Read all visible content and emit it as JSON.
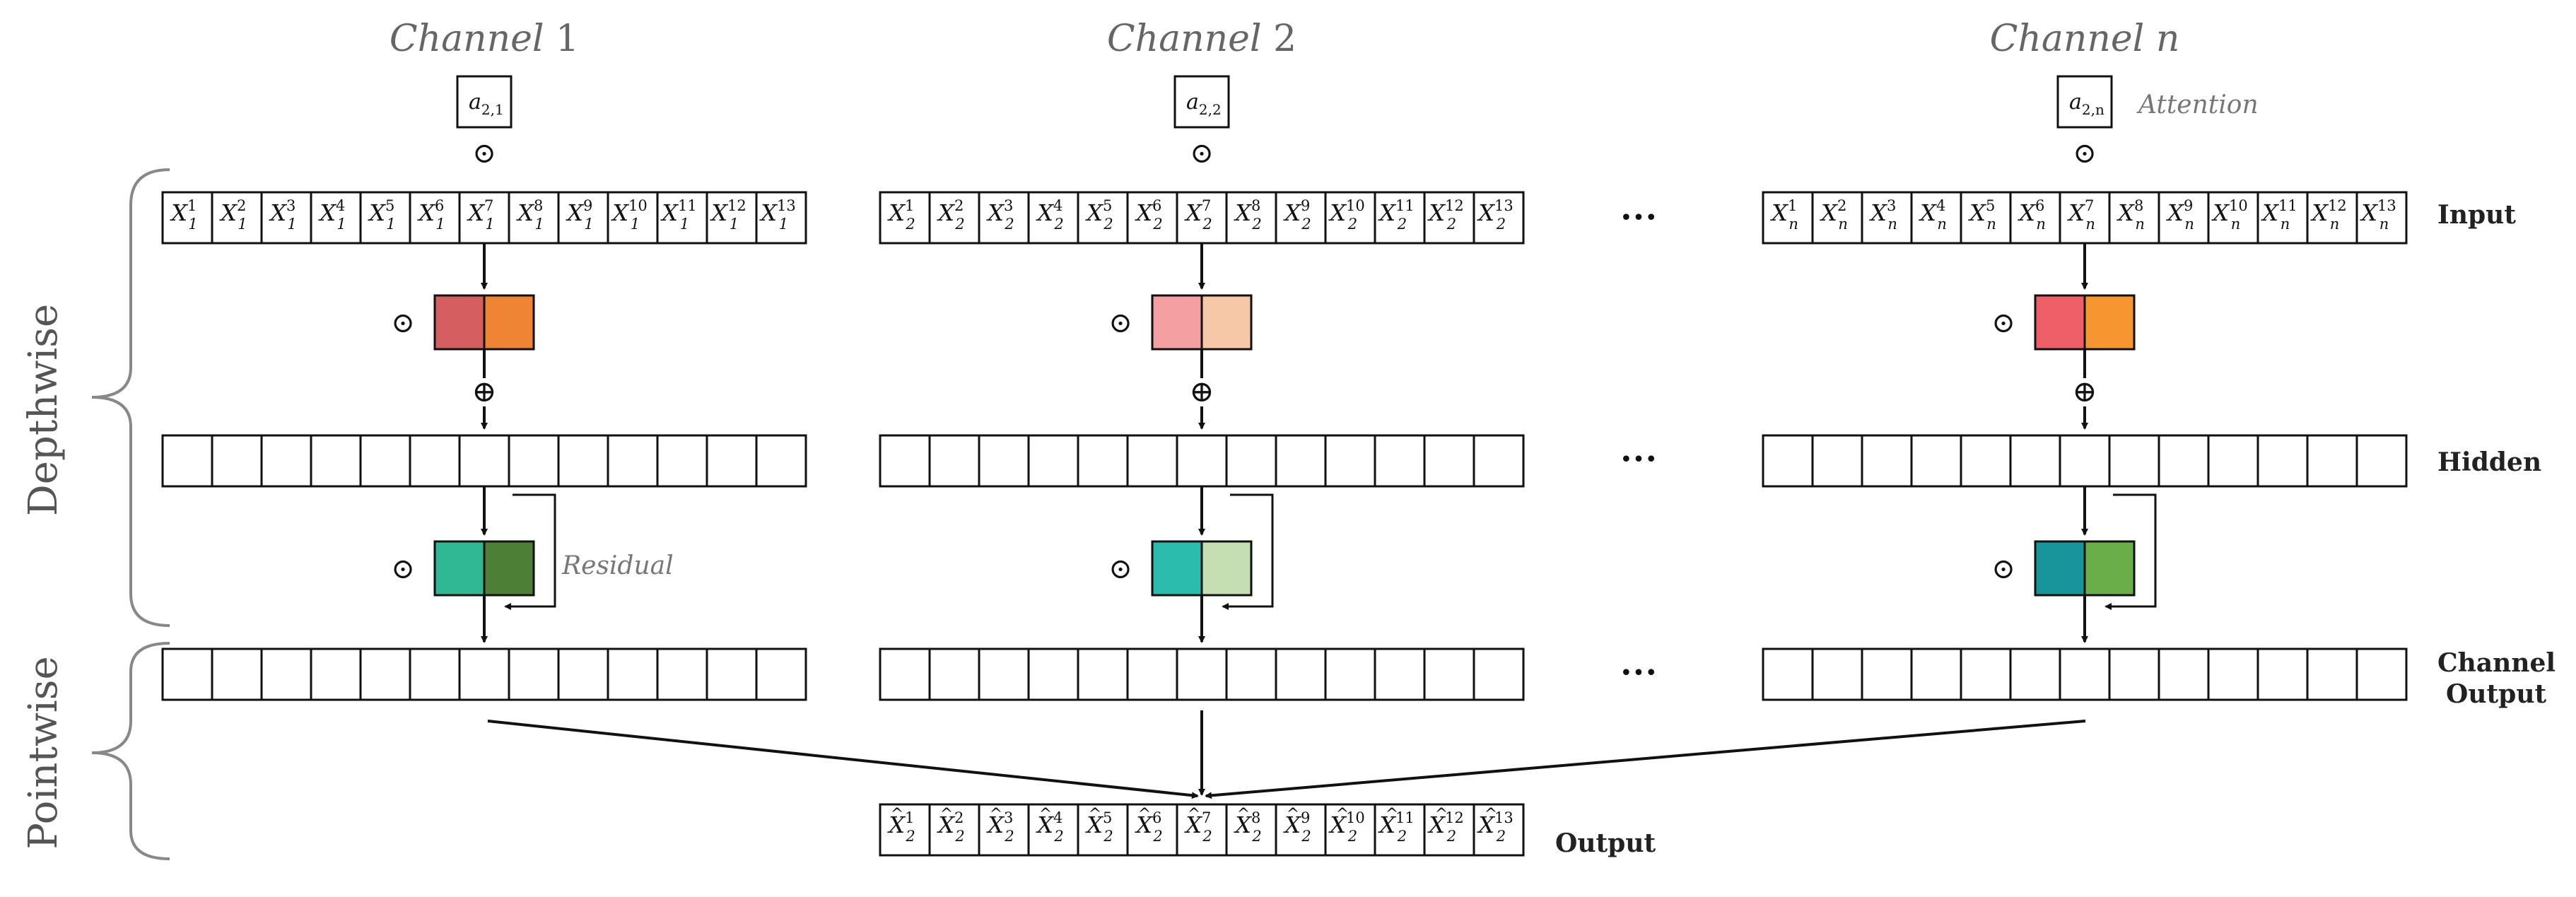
{
  "channels": [
    {
      "title_prefix": "Channel",
      "title_index": "1",
      "attention": {
        "base": "a",
        "sub": "2,1"
      },
      "input_sub": "1",
      "kernel1": [
        "#d45f60",
        "#ef8435"
      ],
      "kernel2": [
        "#2fb892",
        "#4d7f36"
      ]
    },
    {
      "title_prefix": "Channel",
      "title_index": "2",
      "attention": {
        "base": "a",
        "sub": "2,2"
      },
      "input_sub": "2",
      "kernel1": [
        "#f4a0a3",
        "#f6c8a8"
      ],
      "kernel2": [
        "#2cbcae",
        "#c5dfb2"
      ]
    },
    {
      "title_prefix": "Channel",
      "title_index": "n",
      "attention": {
        "base": "a",
        "sub": "2,n"
      },
      "input_sub": "n",
      "kernel1": [
        "#ef5f68",
        "#f7962e"
      ],
      "kernel2": [
        "#17959a",
        "#6aae4a"
      ]
    }
  ],
  "labels": {
    "attention": "Attention",
    "residual": "Residual",
    "input": "Input",
    "hidden": "Hidden",
    "channel_output_1": "Channel",
    "channel_output_2": "Output",
    "output": "Output",
    "depthwise": "Depthwise",
    "pointwise": "Pointwise",
    "ellipsis": "•••",
    "odot": "⊙",
    "oplus": "⊕"
  },
  "cells": {
    "count": 13,
    "base": "X",
    "superscripts": [
      "1",
      "2",
      "3",
      "4",
      "5",
      "6",
      "7",
      "8",
      "9",
      "10",
      "11",
      "12",
      "13"
    ]
  },
  "output_row": {
    "sub": "2",
    "hat": "^"
  }
}
